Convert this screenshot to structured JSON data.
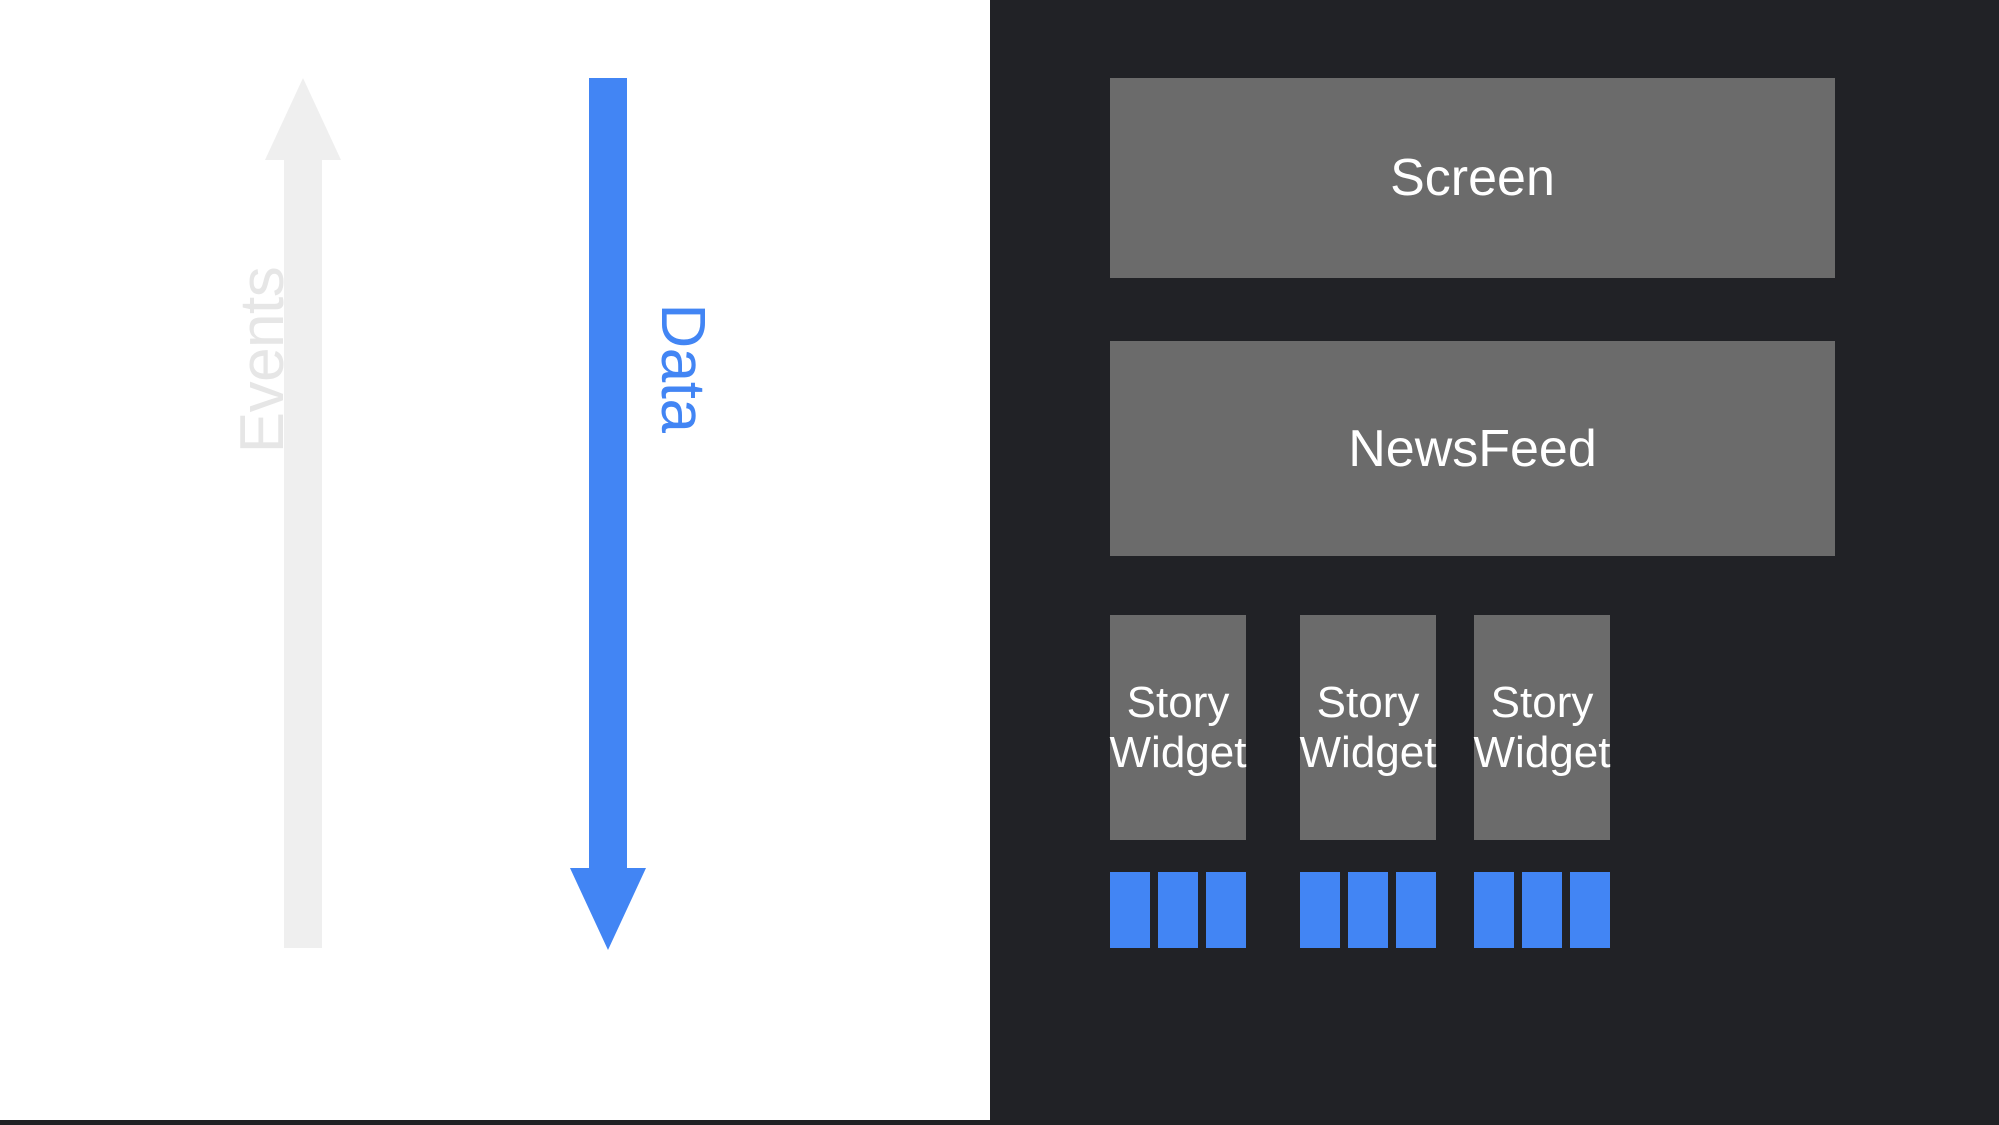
{
  "diagram": {
    "title": "Unidirectional data flow widget tree",
    "colors": {
      "canvas_light": "#ffffff",
      "canvas_dark": "#212226",
      "node_fill": "#6b6b6b",
      "node_text": "#ffffff",
      "accent_blue": "#4285f4",
      "muted_grey": "#e6e6e6"
    }
  },
  "flows": {
    "events": {
      "label": "Events",
      "direction": "up",
      "color": "#e6e6e6",
      "icon": "arrow-up-icon"
    },
    "data": {
      "label": "Data",
      "direction": "down",
      "color": "#4285f4",
      "icon": "arrow-down-icon"
    }
  },
  "tree": {
    "root": {
      "label": "Screen"
    },
    "level2": {
      "label": "NewsFeed"
    },
    "widgets": [
      {
        "label": "Story\nWidget",
        "line1": "Story",
        "line2": "Widget"
      },
      {
        "label": "Story\nWidget",
        "line1": "Story",
        "line2": "Widget"
      },
      {
        "label": "Story\nWidget",
        "line1": "Story",
        "line2": "Widget"
      }
    ],
    "leaf_groups": [
      {
        "count": 3,
        "color": "#4285f4"
      },
      {
        "count": 3,
        "color": "#4285f4"
      },
      {
        "count": 3,
        "color": "#4285f4"
      }
    ]
  }
}
